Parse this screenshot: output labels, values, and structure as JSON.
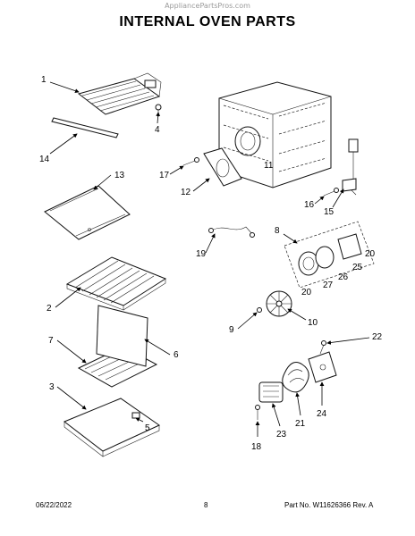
{
  "header": {
    "watermark": "AppliancePartsPros.com",
    "title": "INTERNAL OVEN PARTS"
  },
  "callouts": [
    "1",
    "4",
    "14",
    "13",
    "2",
    "7",
    "6",
    "3",
    "5",
    "17",
    "12",
    "11",
    "16",
    "15",
    "8",
    "19",
    "20",
    "25",
    "26",
    "27",
    "9",
    "10",
    "22",
    "24",
    "21",
    "23",
    "18"
  ],
  "footer": {
    "date": "06/22/2022",
    "page": "8",
    "part_no": "Part No. W11626366  Rev. A"
  }
}
